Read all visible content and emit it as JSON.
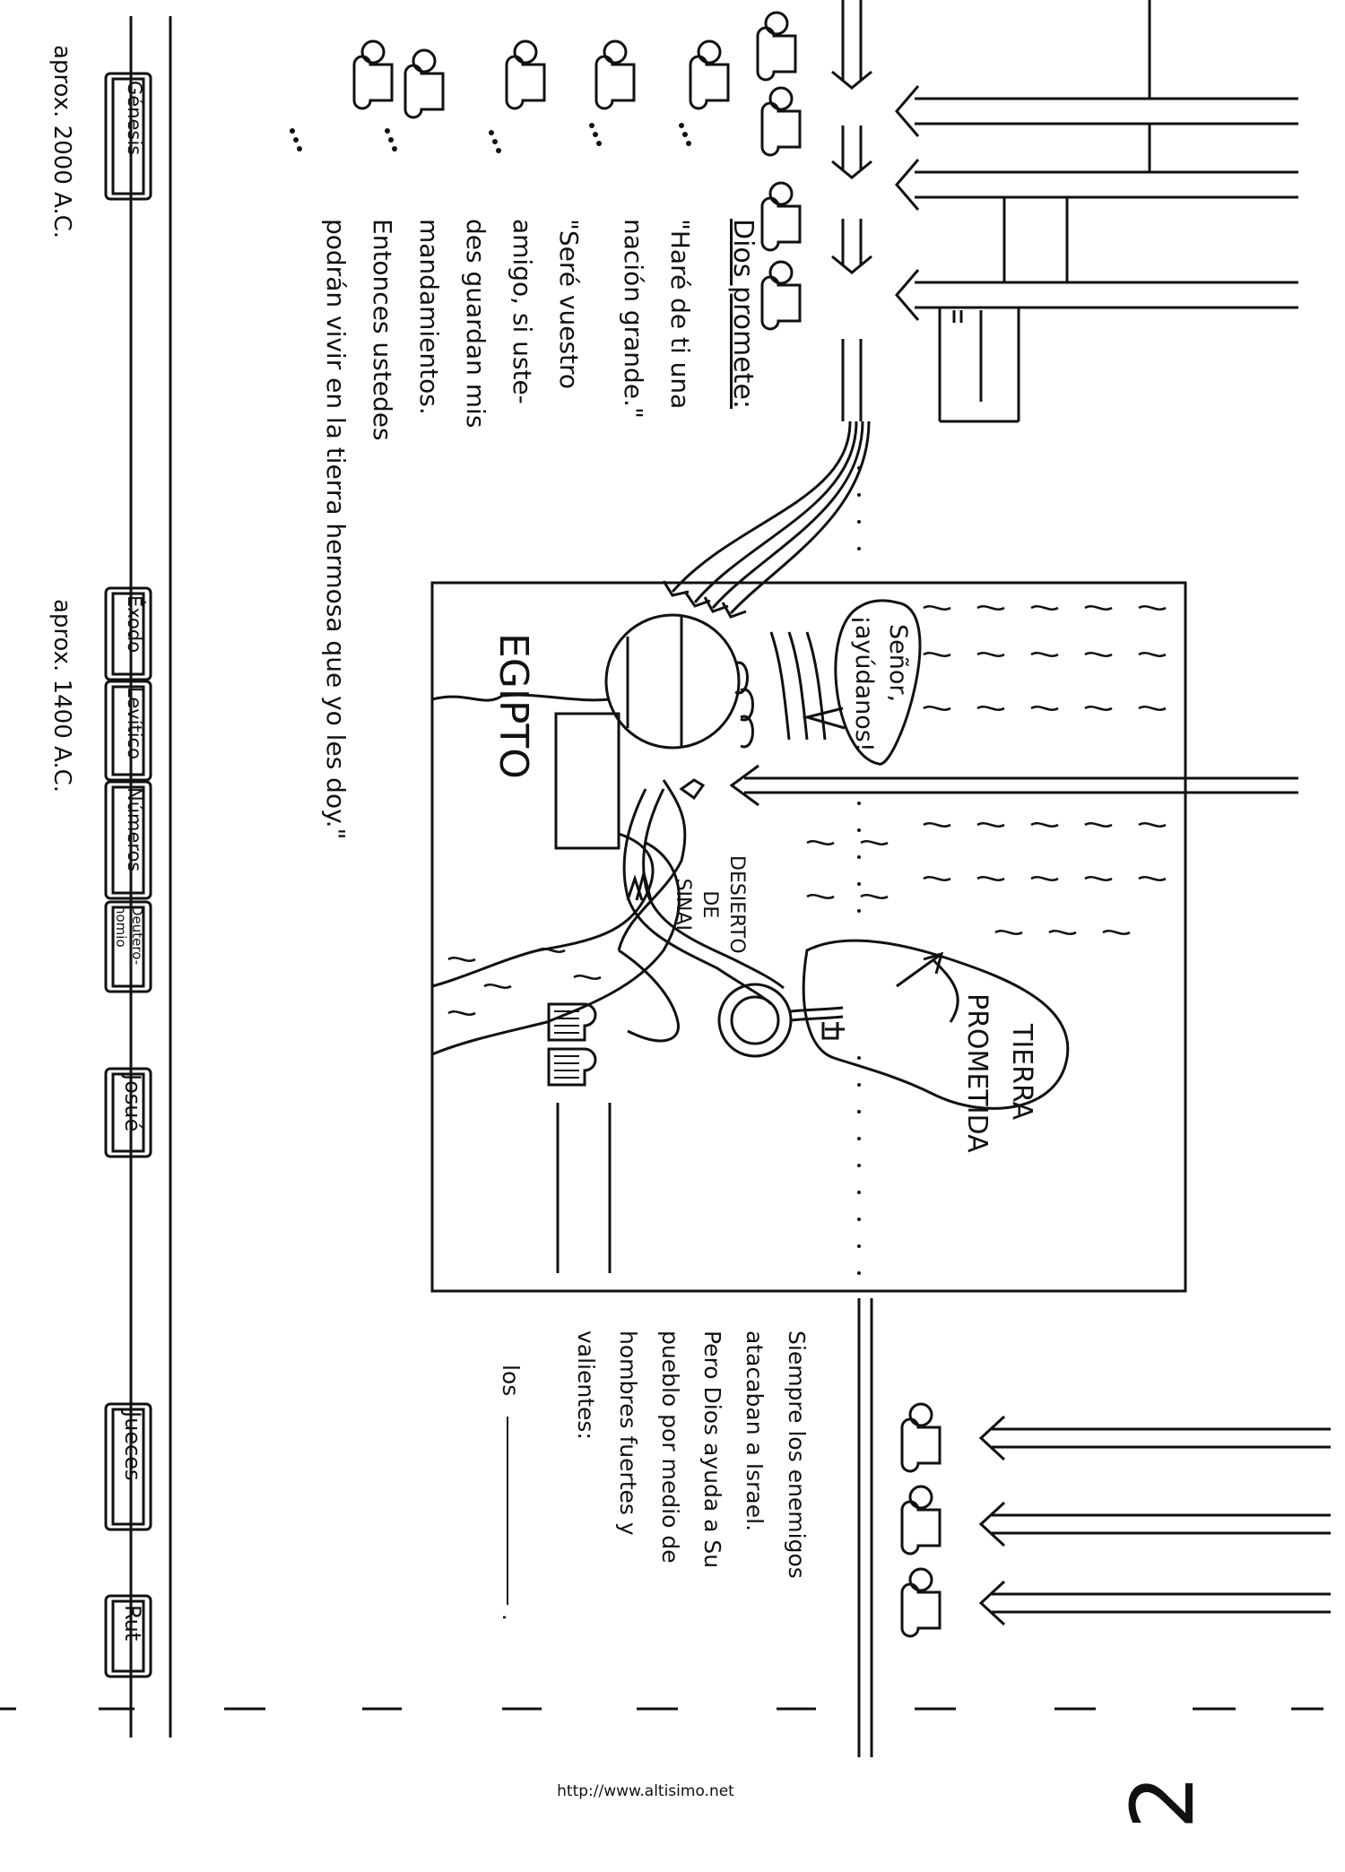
{
  "timeline": {
    "start_date": "aprox. 2000 A.C.",
    "exodus_date": "aprox. 1400 A.C."
  },
  "books": [
    "Génesis",
    "Éxodo",
    "Levítico",
    "Números",
    "Deutero-nomio",
    "Josué",
    "Jueces",
    "Rut"
  ],
  "promise": {
    "heading": "Dios promete:",
    "quote1_lines": [
      "\"Haré de ti una",
      "nación grande.\""
    ],
    "quote2_lines": [
      "\"Seré vuestro",
      "amigo, si uste-",
      "des guardan mis",
      "mandamientos.",
      "Entonces ustedes",
      "podrán vivir en la tierra hermosa que yo les doy.\""
    ]
  },
  "map": {
    "egypt": "EGIPTO",
    "desert": [
      "DESIERTO",
      "DE",
      "SINAI"
    ],
    "promised_land": [
      "TIERRA",
      "PROMETIDA"
    ],
    "speech": [
      "Señor,",
      "¡ayúdanos!"
    ]
  },
  "judges_text": {
    "lines": [
      "Siempre los enemigos",
      "atacaban a Israel.",
      "Pero Dios ayuda a Su",
      "pueblo por medio de",
      "hombres fuertes y",
      "valientes:"
    ],
    "blank_prefix": "los",
    "blank_suffix": "."
  },
  "footer": {
    "url": "http://www.altisimo.net",
    "page_number": "2"
  }
}
